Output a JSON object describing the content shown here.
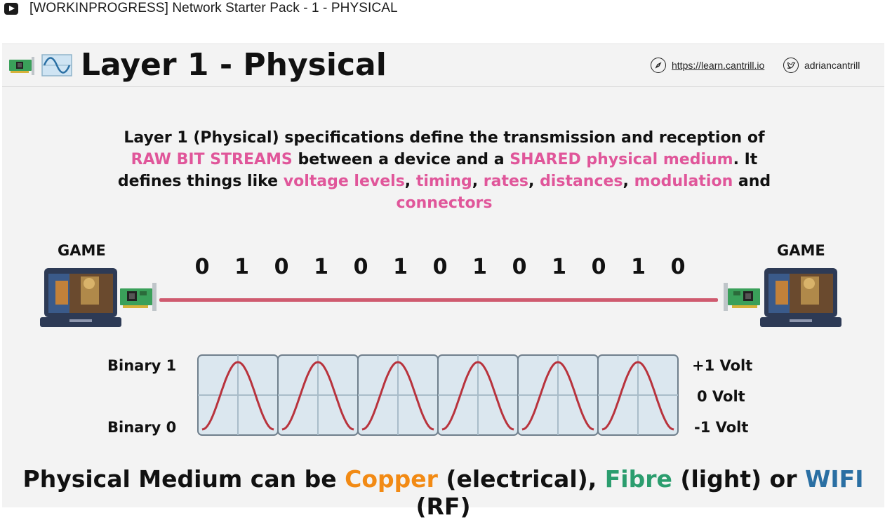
{
  "window": {
    "title": "[WORKINPROGRESS] Network Starter Pack - 1 - PHYSICAL"
  },
  "header": {
    "title": "Layer 1 - Physical",
    "site_link": "https://learn.cantrill.io",
    "twitter_handle": "adriancantrill"
  },
  "description": {
    "p1": "Layer 1 (Physical) specifications define the transmission and reception of ",
    "h1": "RAW BIT STREAMS",
    "p2": " between a device and a ",
    "h2": "SHARED physical medium",
    "p3": ". It defines things like ",
    "h3": "voltage levels",
    "s1": ", ",
    "h4": "timing",
    "s2": ", ",
    "h5": "rates",
    "s3": ", ",
    "h6": "distances",
    "s4": ", ",
    "h7": "modulation",
    "p4": " and ",
    "h8": "connectors"
  },
  "diagram": {
    "left_device": "GAME",
    "right_device": "GAME",
    "bits": [
      "0",
      "1",
      "0",
      "1",
      "0",
      "1",
      "0",
      "1",
      "0",
      "1",
      "0",
      "1",
      "0"
    ],
    "binary_one_label": "Binary 1",
    "binary_zero_label": "Binary 0",
    "volt_plus": "+1 Volt",
    "volt_zero": "0 Volt",
    "volt_minus": "-1 Volt",
    "pulse_count": 6
  },
  "footer": {
    "prefix": "Physical Medium can be ",
    "copper": "Copper",
    "copper_note": " (electrical), ",
    "fibre": "Fibre",
    "fibre_note": " (light) or ",
    "wifi": "WIFI",
    "wifi_note": " (RF)"
  },
  "colors": {
    "highlight": "#e0569a",
    "cable": "#cf5a6f",
    "copper": "#f28a14",
    "fibre": "#2b9d6e",
    "wifi": "#2a6fa3",
    "wave": "#b8333d"
  }
}
